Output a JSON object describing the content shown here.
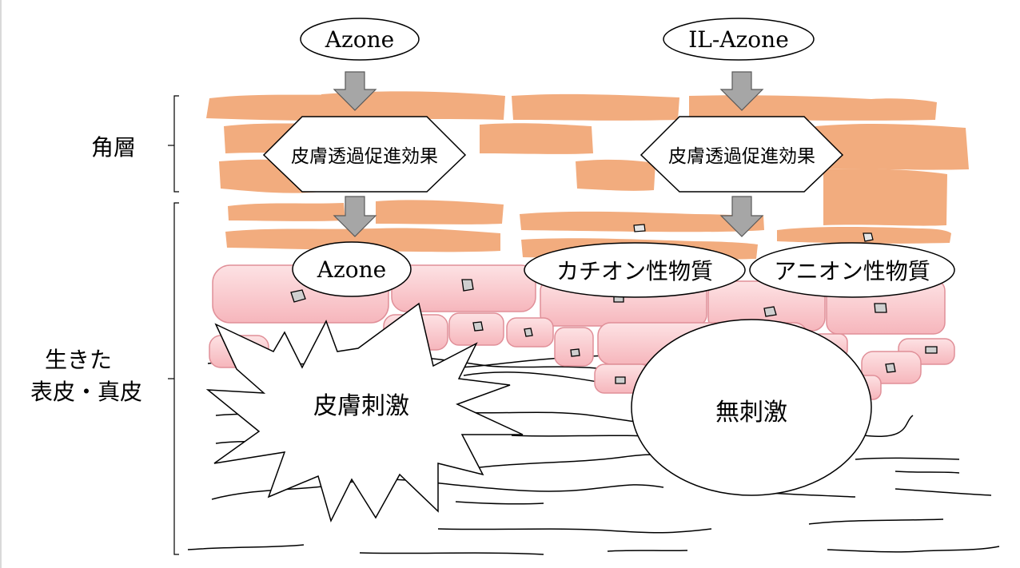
{
  "inputs": {
    "left": "Azone",
    "right": "IL-Azone"
  },
  "layers": {
    "stratum_corneum": "角層",
    "living_epidermis_line1": "生きた",
    "living_epidermis_line2": "表皮・真皮"
  },
  "effects": {
    "left": "皮膚透過促進効果",
    "right": "皮膚透過促進効果"
  },
  "species": {
    "left": "Azone",
    "cation": "カチオン性物質",
    "anion": "アニオン性物質"
  },
  "outcomes": {
    "irritation": "皮膚刺激",
    "no_irritation": "無刺激"
  },
  "colors": {
    "corneum": "#f2ac7e",
    "cell_fill": "#f8c4c8",
    "cell_stroke": "#e08f98",
    "arrow": "#a6a6a6",
    "nucleus": "#cfcfcf"
  }
}
